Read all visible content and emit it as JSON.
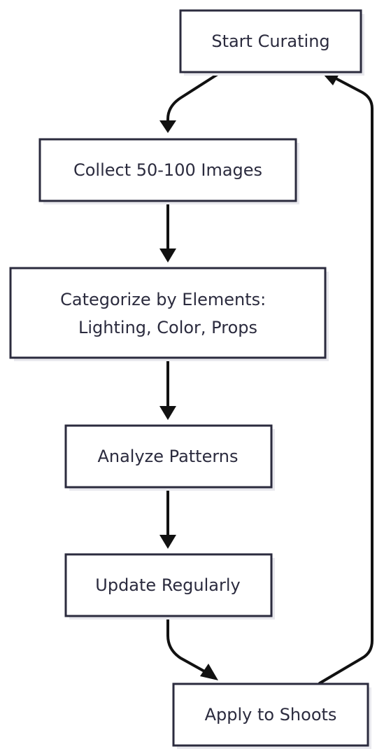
{
  "diagram": {
    "nodes": [
      {
        "id": "start",
        "lines": [
          "Start Curating"
        ]
      },
      {
        "id": "collect",
        "lines": [
          "Collect 50-100 Images"
        ]
      },
      {
        "id": "categorize",
        "lines": [
          "Categorize by Elements:",
          "Lighting, Color, Props"
        ]
      },
      {
        "id": "analyze",
        "lines": [
          "Analyze Patterns"
        ]
      },
      {
        "id": "update",
        "lines": [
          "Update Regularly"
        ]
      },
      {
        "id": "apply",
        "lines": [
          "Apply to Shoots"
        ]
      }
    ],
    "edges": [
      {
        "from": "start",
        "to": "collect"
      },
      {
        "from": "collect",
        "to": "categorize"
      },
      {
        "from": "categorize",
        "to": "analyze"
      },
      {
        "from": "analyze",
        "to": "update"
      },
      {
        "from": "update",
        "to": "apply"
      },
      {
        "from": "apply",
        "to": "start"
      }
    ]
  }
}
